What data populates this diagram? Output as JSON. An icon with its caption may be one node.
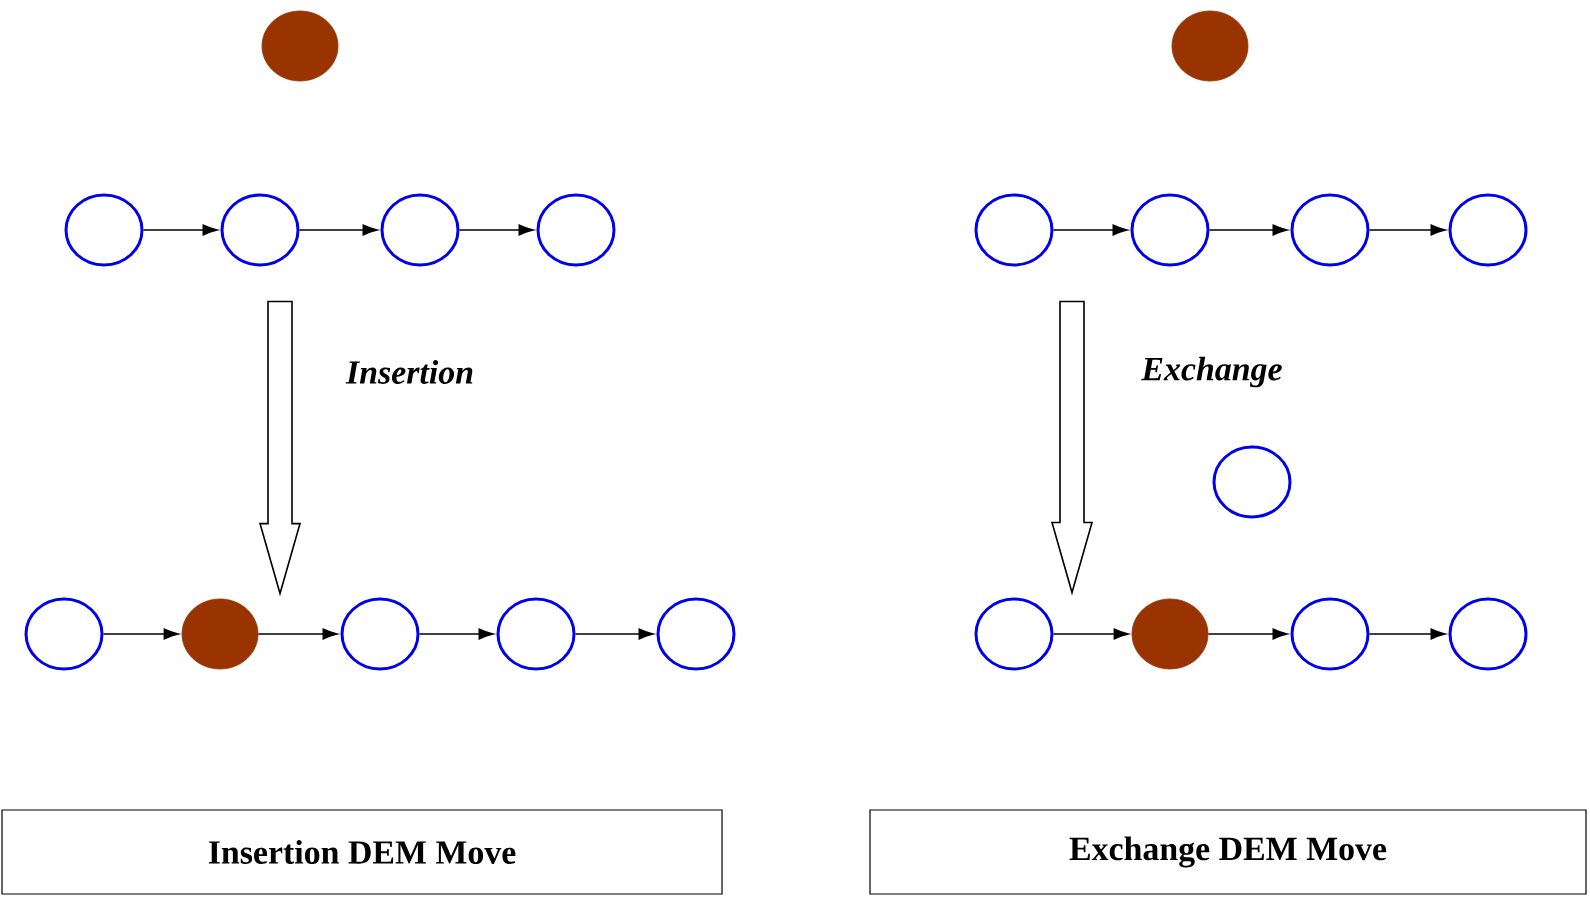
{
  "diagram": {
    "nodes": [
      {
        "text": [],
        "shape": "circle"
      },
      {
        "text": [],
        "shape": "circle"
      },
      {
        "text": [],
        "shape": "circle"
      },
      {
        "text": [],
        "shape": "circle"
      },
      {
        "text": [],
        "shape": "circle"
      },
      {
        "text": [],
        "shape": "circle"
      },
      {
        "text": [],
        "shape": "circle"
      },
      {
        "text": [],
        "shape": "circle"
      },
      {
        "text": [],
        "shape": "circle"
      },
      {
        "text": [],
        "shape": "circle"
      },
      {
        "text": [],
        "shape": "circle"
      },
      {
        "text": [],
        "shape": "circle"
      },
      {
        "text": [],
        "shape": "circle"
      },
      {
        "text": [],
        "shape": "circle"
      },
      {
        "text": [],
        "shape": "circle"
      },
      {
        "text": [],
        "shape": "circle"
      },
      {
        "text": [],
        "shape": "circle"
      },
      {
        "text": [],
        "shape": "circle"
      },
      {
        "text": [],
        "shape": "circle"
      },
      {
        "text": [],
        "shape": "circle"
      },
      {
        "text": [
          "Insertion DEM Move"
        ]
      },
      {
        "text": [
          "Exchange DEM Move"
        ]
      }
    ],
    "edges": [
      {
        "from": 2,
        "to": 3,
        "arrow": "to"
      },
      {
        "from": 3,
        "to": 4,
        "arrow": "to"
      },
      {
        "from": 4,
        "to": 5,
        "arrow": "to"
      },
      {
        "from": 6,
        "to": 7,
        "arrow": "to"
      },
      {
        "from": 7,
        "to": 8,
        "arrow": "to"
      },
      {
        "from": 8,
        "to": 9,
        "arrow": "to"
      },
      {
        "from": 11,
        "to": 12,
        "arrow": "to"
      },
      {
        "from": 12,
        "to": 13,
        "arrow": "to"
      },
      {
        "from": 13,
        "to": 14,
        "arrow": "to"
      },
      {
        "from": 14,
        "to": 15,
        "arrow": "to"
      },
      {
        "from": 16,
        "to": 17,
        "arrow": "to"
      },
      {
        "from": 17,
        "to": 18,
        "arrow": "to"
      },
      {
        "from": 18,
        "to": 19,
        "arrow": "to"
      },
      {
        "from": 3,
        "to": 12,
        "arrow": "to",
        "label": "Insertion",
        "style": "thick"
      },
      {
        "from": 6,
        "to": 16,
        "arrow": "to",
        "label": "Exchange",
        "style": "thick"
      }
    ]
  }
}
